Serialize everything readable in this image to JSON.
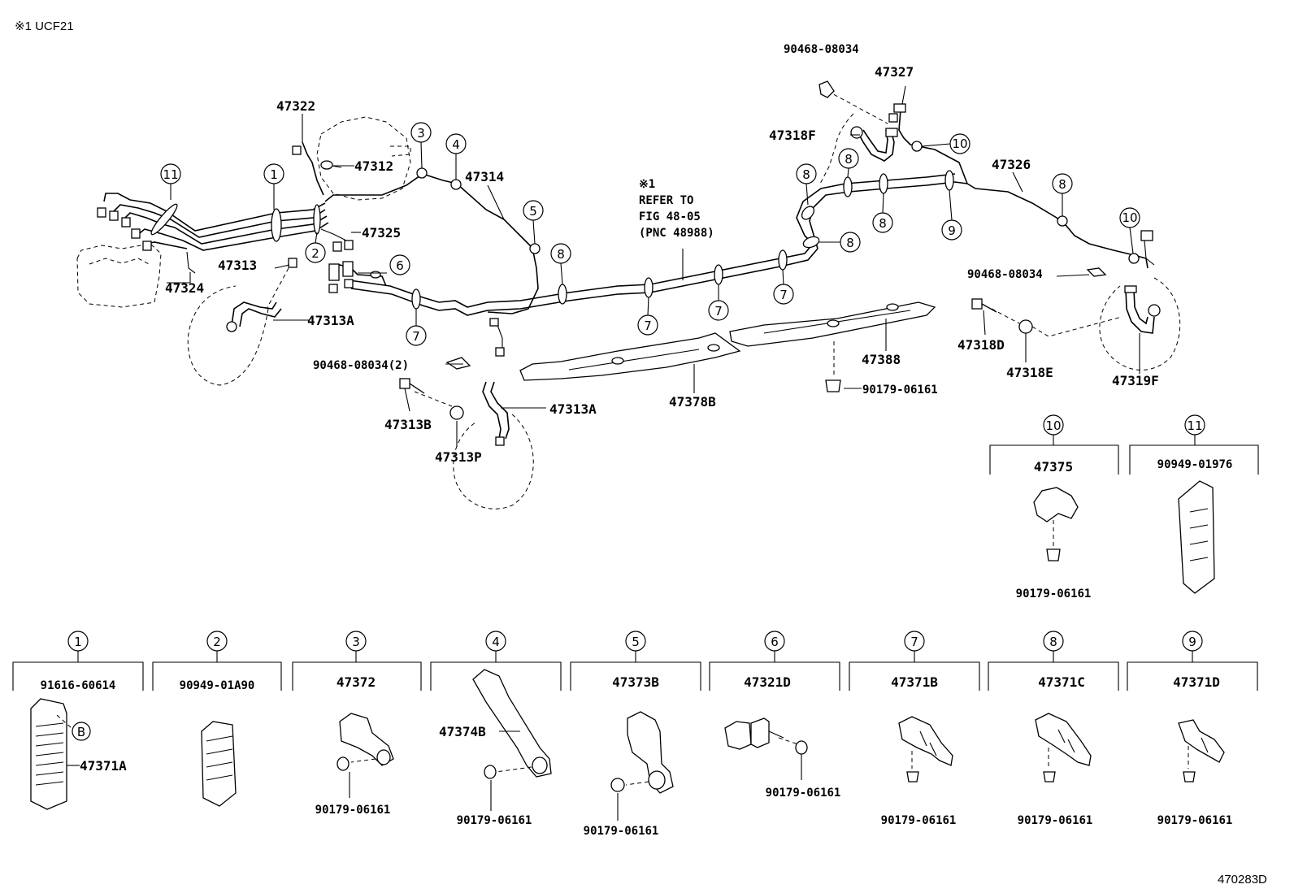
{
  "corner": {
    "variant_note": "※1 UCF21",
    "figure_id": "470283D"
  },
  "callouts": [
    "1",
    "2",
    "3",
    "4",
    "5",
    "6",
    "7",
    "8",
    "9",
    "10",
    "11",
    "B"
  ],
  "diagram_labels": {
    "l47322": "47322",
    "l47312": "47312",
    "l47314": "47314",
    "l47325": "47325",
    "l47313": "47313",
    "l47324": "47324",
    "l47313A_1": "47313A",
    "l47313A_2": "47313A",
    "l47313B": "47313B",
    "l47313P": "47313P",
    "l90468_2": "90468-08034(2)",
    "l47378B": "47378B",
    "l47388": "47388",
    "l90179_main": "90179-06161",
    "ref1": "※1",
    "ref2": "REFER TO",
    "ref3": "FIG 48-05",
    "ref4": "(PNC 48988)",
    "l90468_top": "90468-08034",
    "l47327": "47327",
    "l47318F": "47318F",
    "l47326": "47326",
    "l90468_right": "90468-08034",
    "l47318D": "47318D",
    "l47318E": "47318E",
    "l47319F": "47319F"
  },
  "detail_boxes": [
    {
      "num": "10",
      "part": "47375",
      "bolt": "90179-06161"
    },
    {
      "num": "11",
      "part": "90949-01976"
    },
    {
      "num": "1",
      "part": "91616-60614",
      "sub": "47371A",
      "marker": "B"
    },
    {
      "num": "2",
      "part": "90949-01A90"
    },
    {
      "num": "3",
      "part": "47372",
      "bolt": "90179-06161"
    },
    {
      "num": "4",
      "sub": "47374B",
      "bolt": "90179-06161"
    },
    {
      "num": "5",
      "part": "47373B",
      "bolt": "90179-06161"
    },
    {
      "num": "6",
      "part": "47321D",
      "bolt": "90179-06161"
    },
    {
      "num": "7",
      "part": "47371B",
      "bolt": "90179-06161"
    },
    {
      "num": "8",
      "part": "47371C",
      "bolt": "90179-06161"
    },
    {
      "num": "9",
      "part": "47371D",
      "bolt": "90179-06161"
    }
  ]
}
